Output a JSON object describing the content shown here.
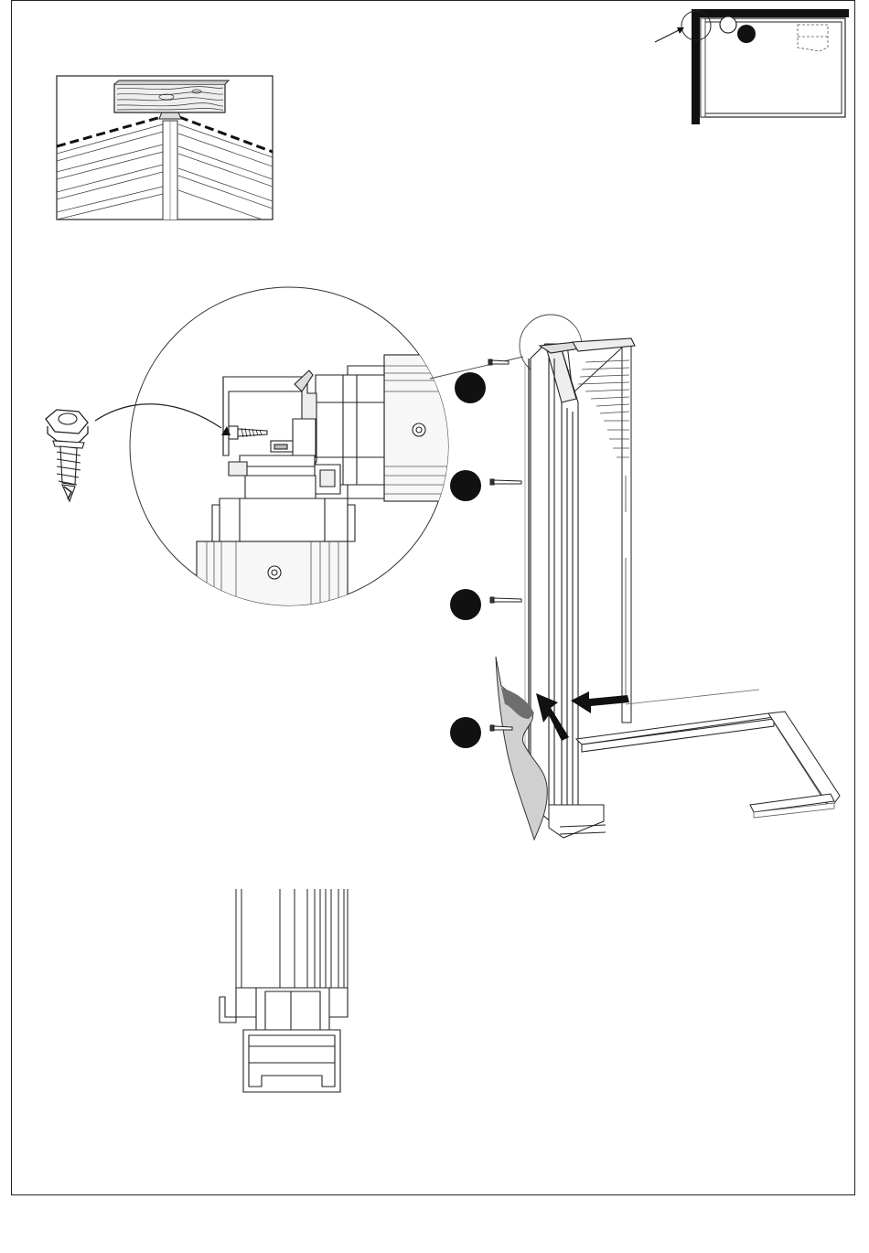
{
  "page": {
    "background": "#ffffff",
    "line_color": "#222222",
    "accent_dark": "#111111",
    "shade_dark": "#6e6e6e",
    "shade_light": "#cfcfcf"
  },
  "illustrations": {
    "roof_corner_inset": {
      "icon": "wood-plank-roof-corner"
    },
    "floor_plan_locator": {
      "icon": "shed-floor-plan"
    },
    "detail_callout": {
      "icon": "magnified-profile-joint"
    },
    "screw": {
      "icon": "self-drilling-hex-screw",
      "count": 4
    },
    "wall_panel": {
      "icon": "corner-wall-panel-assembly"
    },
    "bottom_profile": {
      "icon": "bottom-rail-section"
    }
  },
  "step_markers": {
    "count": 4,
    "plan_marker_count": 1
  }
}
